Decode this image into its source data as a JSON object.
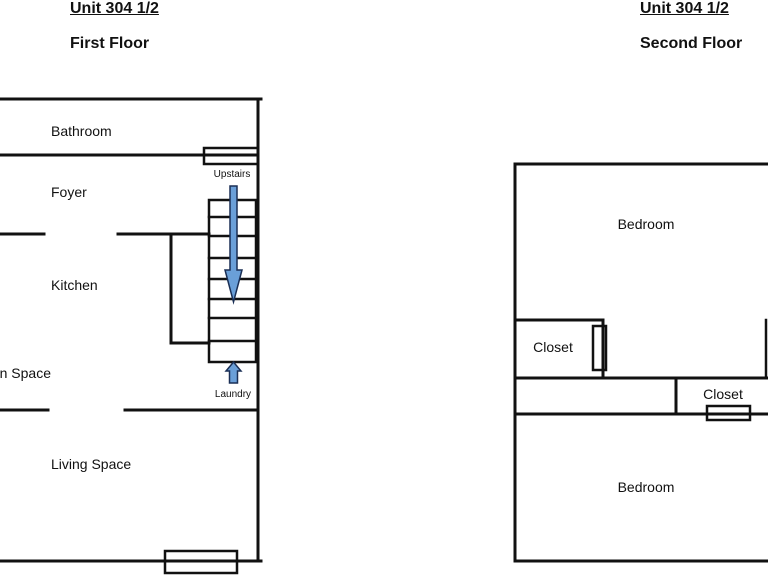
{
  "first_floor": {
    "unit_title": "Unit 304 1/2",
    "floor_title": "First Floor",
    "rooms": {
      "bathroom": "Bathroom",
      "foyer": "Foyer",
      "kitchen": "Kitchen",
      "main_space": "Main Space",
      "living_space": "Living Space"
    },
    "labels": {
      "upstairs": "Upstairs",
      "laundry": "Laundry"
    }
  },
  "second_floor": {
    "unit_title": "Unit 304 1/2",
    "floor_title": "Second Floor",
    "rooms": {
      "bedroom_top": "Bedroom",
      "closet_left": "Closet",
      "closet_right": "Closet",
      "bedroom_bottom": "Bedroom"
    }
  },
  "colors": {
    "wall": "#111111",
    "arrow_fill": "#6a9fd8",
    "arrow_stroke": "#1a2f55"
  }
}
